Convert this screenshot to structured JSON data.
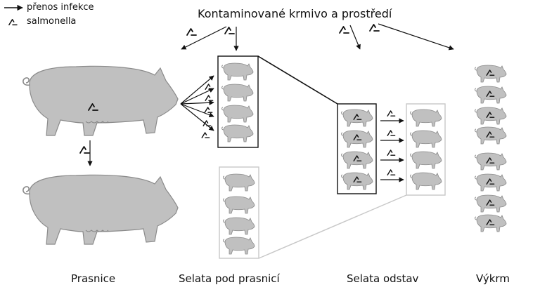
{
  "legend": {
    "arrow_label": "přenos infekce",
    "salmonella_label": "salmonella",
    "arrow_icon": "arrow-right-icon",
    "salmonella_icon": "salmonella-icon"
  },
  "title": "Kontaminované krmivo a prostředí",
  "captions": {
    "sows": "Prasnice",
    "piglets": "Selata pod prasnicí",
    "weaners": "Selata odstav",
    "finishers": "Výkrm"
  },
  "colors": {
    "pig_fill": "#c0c0c0",
    "pig_stroke": "#8a8a8a",
    "box_dark": "#111111",
    "box_light": "#c8c8c8",
    "marker": "#111111"
  }
}
